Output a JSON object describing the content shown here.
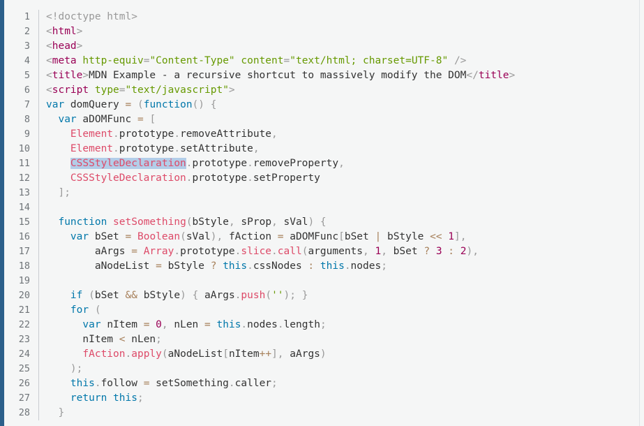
{
  "colors": {
    "accent_bar": "#2c5f8a",
    "background": "#f5f6f6",
    "gutter_text": "#6f7478",
    "keyword": "#0077aa",
    "string": "#669900",
    "function": "#dd4a68",
    "tag": "#990055",
    "punctuation": "#999999",
    "operator": "#a67f59",
    "number": "#990055",
    "selection": "#b3cde8"
  },
  "editor": {
    "lines": [
      {
        "n": "1",
        "tokens": [
          [
            "punct",
            "<!doctype html>"
          ]
        ]
      },
      {
        "n": "2",
        "tokens": [
          [
            "punct",
            "<"
          ],
          [
            "tag",
            "html"
          ],
          [
            "punct",
            ">"
          ]
        ]
      },
      {
        "n": "3",
        "tokens": [
          [
            "punct",
            "<"
          ],
          [
            "tag",
            "head"
          ],
          [
            "punct",
            ">"
          ]
        ]
      },
      {
        "n": "4",
        "tokens": [
          [
            "punct",
            "<"
          ],
          [
            "tag",
            "meta"
          ],
          [
            "plain",
            " "
          ],
          [
            "attr",
            "http-equiv"
          ],
          [
            "punct",
            "="
          ],
          [
            "str",
            "\"Content-Type\""
          ],
          [
            "plain",
            " "
          ],
          [
            "attr",
            "content"
          ],
          [
            "punct",
            "="
          ],
          [
            "str",
            "\"text/html; charset=UTF-8\""
          ],
          [
            "plain",
            " "
          ],
          [
            "punct",
            "/>"
          ]
        ]
      },
      {
        "n": "5",
        "tokens": [
          [
            "punct",
            "<"
          ],
          [
            "tag",
            "title"
          ],
          [
            "punct",
            ">"
          ],
          [
            "plain",
            "MDN Example - a recursive shortcut to massively modify the DOM"
          ],
          [
            "punct",
            "</"
          ],
          [
            "tag",
            "title"
          ],
          [
            "punct",
            ">"
          ]
        ]
      },
      {
        "n": "6",
        "tokens": [
          [
            "punct",
            "<"
          ],
          [
            "tag",
            "script"
          ],
          [
            "plain",
            " "
          ],
          [
            "attr",
            "type"
          ],
          [
            "punct",
            "="
          ],
          [
            "str",
            "\"text/javascript\""
          ],
          [
            "punct",
            ">"
          ]
        ]
      },
      {
        "n": "7",
        "tokens": [
          [
            "kw",
            "var"
          ],
          [
            "plain",
            " domQuery "
          ],
          [
            "op",
            "="
          ],
          [
            "plain",
            " "
          ],
          [
            "punct",
            "("
          ],
          [
            "kw",
            "function"
          ],
          [
            "punct",
            "()"
          ],
          [
            "plain",
            " "
          ],
          [
            "punct",
            "{"
          ]
        ]
      },
      {
        "n": "8",
        "tokens": [
          [
            "plain",
            "  "
          ],
          [
            "kw",
            "var"
          ],
          [
            "plain",
            " aDOMFunc "
          ],
          [
            "op",
            "="
          ],
          [
            "plain",
            " "
          ],
          [
            "punct",
            "["
          ]
        ]
      },
      {
        "n": "9",
        "tokens": [
          [
            "plain",
            "    "
          ],
          [
            "type",
            "Element"
          ],
          [
            "punct",
            "."
          ],
          [
            "plain",
            "prototype"
          ],
          [
            "punct",
            "."
          ],
          [
            "plain",
            "removeAttribute"
          ],
          [
            "punct",
            ","
          ]
        ]
      },
      {
        "n": "10",
        "tokens": [
          [
            "plain",
            "    "
          ],
          [
            "type",
            "Element"
          ],
          [
            "punct",
            "."
          ],
          [
            "plain",
            "prototype"
          ],
          [
            "punct",
            "."
          ],
          [
            "plain",
            "setAttribute"
          ],
          [
            "punct",
            ","
          ]
        ]
      },
      {
        "n": "11",
        "tokens": [
          [
            "plain",
            "    "
          ],
          [
            "typehl",
            "CSSStyleDeclaration"
          ],
          [
            "punct",
            "."
          ],
          [
            "plain",
            "prototype"
          ],
          [
            "punct",
            "."
          ],
          [
            "plain",
            "removeProperty"
          ],
          [
            "punct",
            ","
          ]
        ]
      },
      {
        "n": "12",
        "tokens": [
          [
            "plain",
            "    "
          ],
          [
            "type",
            "CSSStyleDeclaration"
          ],
          [
            "punct",
            "."
          ],
          [
            "plain",
            "prototype"
          ],
          [
            "punct",
            "."
          ],
          [
            "plain",
            "setProperty"
          ]
        ]
      },
      {
        "n": "13",
        "tokens": [
          [
            "plain",
            "  "
          ],
          [
            "punct",
            "];"
          ]
        ]
      },
      {
        "n": "14",
        "tokens": []
      },
      {
        "n": "15",
        "tokens": [
          [
            "plain",
            "  "
          ],
          [
            "kw",
            "function"
          ],
          [
            "plain",
            " "
          ],
          [
            "fn",
            "setSomething"
          ],
          [
            "punct",
            "("
          ],
          [
            "plain",
            "bStyle"
          ],
          [
            "punct",
            ","
          ],
          [
            "plain",
            " sProp"
          ],
          [
            "punct",
            ","
          ],
          [
            "plain",
            " sVal"
          ],
          [
            "punct",
            ")"
          ],
          [
            "plain",
            " "
          ],
          [
            "punct",
            "{"
          ]
        ]
      },
      {
        "n": "16",
        "tokens": [
          [
            "plain",
            "    "
          ],
          [
            "kw",
            "var"
          ],
          [
            "plain",
            " bSet "
          ],
          [
            "op",
            "="
          ],
          [
            "plain",
            " "
          ],
          [
            "fn",
            "Boolean"
          ],
          [
            "punct",
            "("
          ],
          [
            "plain",
            "sVal"
          ],
          [
            "punct",
            "),"
          ],
          [
            "plain",
            " fAction "
          ],
          [
            "op",
            "="
          ],
          [
            "plain",
            " aDOMFunc"
          ],
          [
            "punct",
            "["
          ],
          [
            "plain",
            "bSet "
          ],
          [
            "op",
            "|"
          ],
          [
            "plain",
            " bStyle "
          ],
          [
            "op",
            "<<"
          ],
          [
            "plain",
            " "
          ],
          [
            "num",
            "1"
          ],
          [
            "punct",
            "],"
          ]
        ]
      },
      {
        "n": "17",
        "tokens": [
          [
            "plain",
            "        aArgs "
          ],
          [
            "op",
            "="
          ],
          [
            "plain",
            " "
          ],
          [
            "fn",
            "Array"
          ],
          [
            "punct",
            "."
          ],
          [
            "plain",
            "prototype"
          ],
          [
            "punct",
            "."
          ],
          [
            "fn",
            "slice"
          ],
          [
            "punct",
            "."
          ],
          [
            "fn",
            "call"
          ],
          [
            "punct",
            "("
          ],
          [
            "plain",
            "arguments"
          ],
          [
            "punct",
            ","
          ],
          [
            "plain",
            " "
          ],
          [
            "num",
            "1"
          ],
          [
            "punct",
            ","
          ],
          [
            "plain",
            " bSet "
          ],
          [
            "op",
            "?"
          ],
          [
            "plain",
            " "
          ],
          [
            "num",
            "3"
          ],
          [
            "plain",
            " "
          ],
          [
            "op",
            ":"
          ],
          [
            "plain",
            " "
          ],
          [
            "num",
            "2"
          ],
          [
            "punct",
            "),"
          ]
        ]
      },
      {
        "n": "18",
        "tokens": [
          [
            "plain",
            "        aNodeList "
          ],
          [
            "op",
            "="
          ],
          [
            "plain",
            " bStyle "
          ],
          [
            "op",
            "?"
          ],
          [
            "plain",
            " "
          ],
          [
            "kw",
            "this"
          ],
          [
            "punct",
            "."
          ],
          [
            "plain",
            "cssNodes "
          ],
          [
            "op",
            ":"
          ],
          [
            "plain",
            " "
          ],
          [
            "kw",
            "this"
          ],
          [
            "punct",
            "."
          ],
          [
            "plain",
            "nodes"
          ],
          [
            "punct",
            ";"
          ]
        ]
      },
      {
        "n": "19",
        "tokens": []
      },
      {
        "n": "20",
        "tokens": [
          [
            "plain",
            "    "
          ],
          [
            "kw",
            "if"
          ],
          [
            "plain",
            " "
          ],
          [
            "punct",
            "("
          ],
          [
            "plain",
            "bSet "
          ],
          [
            "op",
            "&&"
          ],
          [
            "plain",
            " bStyle"
          ],
          [
            "punct",
            ")"
          ],
          [
            "plain",
            " "
          ],
          [
            "punct",
            "{"
          ],
          [
            "plain",
            " aArgs"
          ],
          [
            "punct",
            "."
          ],
          [
            "fn",
            "push"
          ],
          [
            "punct",
            "("
          ],
          [
            "str",
            "''"
          ],
          [
            "punct",
            ");"
          ],
          [
            "plain",
            " "
          ],
          [
            "punct",
            "}"
          ]
        ]
      },
      {
        "n": "21",
        "tokens": [
          [
            "plain",
            "    "
          ],
          [
            "kw",
            "for"
          ],
          [
            "plain",
            " "
          ],
          [
            "punct",
            "("
          ]
        ]
      },
      {
        "n": "22",
        "tokens": [
          [
            "plain",
            "      "
          ],
          [
            "kw",
            "var"
          ],
          [
            "plain",
            " nItem "
          ],
          [
            "op",
            "="
          ],
          [
            "plain",
            " "
          ],
          [
            "num",
            "0"
          ],
          [
            "punct",
            ","
          ],
          [
            "plain",
            " nLen "
          ],
          [
            "op",
            "="
          ],
          [
            "plain",
            " "
          ],
          [
            "kw",
            "this"
          ],
          [
            "punct",
            "."
          ],
          [
            "plain",
            "nodes"
          ],
          [
            "punct",
            "."
          ],
          [
            "plain",
            "length"
          ],
          [
            "punct",
            ";"
          ]
        ]
      },
      {
        "n": "23",
        "tokens": [
          [
            "plain",
            "      nItem "
          ],
          [
            "op",
            "<"
          ],
          [
            "plain",
            " nLen"
          ],
          [
            "punct",
            ";"
          ]
        ]
      },
      {
        "n": "24",
        "tokens": [
          [
            "plain",
            "      "
          ],
          [
            "fn",
            "fAction"
          ],
          [
            "punct",
            "."
          ],
          [
            "fn",
            "apply"
          ],
          [
            "punct",
            "("
          ],
          [
            "plain",
            "aNodeList"
          ],
          [
            "punct",
            "["
          ],
          [
            "plain",
            "nItem"
          ],
          [
            "op",
            "++"
          ],
          [
            "punct",
            "],"
          ],
          [
            "plain",
            " aArgs"
          ],
          [
            "punct",
            ")"
          ]
        ]
      },
      {
        "n": "25",
        "tokens": [
          [
            "plain",
            "    "
          ],
          [
            "punct",
            ");"
          ]
        ]
      },
      {
        "n": "26",
        "tokens": [
          [
            "plain",
            "    "
          ],
          [
            "kw",
            "this"
          ],
          [
            "punct",
            "."
          ],
          [
            "plain",
            "follow "
          ],
          [
            "op",
            "="
          ],
          [
            "plain",
            " setSomething"
          ],
          [
            "punct",
            "."
          ],
          [
            "plain",
            "caller"
          ],
          [
            "punct",
            ";"
          ]
        ]
      },
      {
        "n": "27",
        "tokens": [
          [
            "plain",
            "    "
          ],
          [
            "kw",
            "return"
          ],
          [
            "plain",
            " "
          ],
          [
            "kw",
            "this"
          ],
          [
            "punct",
            ";"
          ]
        ]
      },
      {
        "n": "28",
        "tokens": [
          [
            "plain",
            "  "
          ],
          [
            "punct",
            "}"
          ]
        ]
      }
    ]
  }
}
